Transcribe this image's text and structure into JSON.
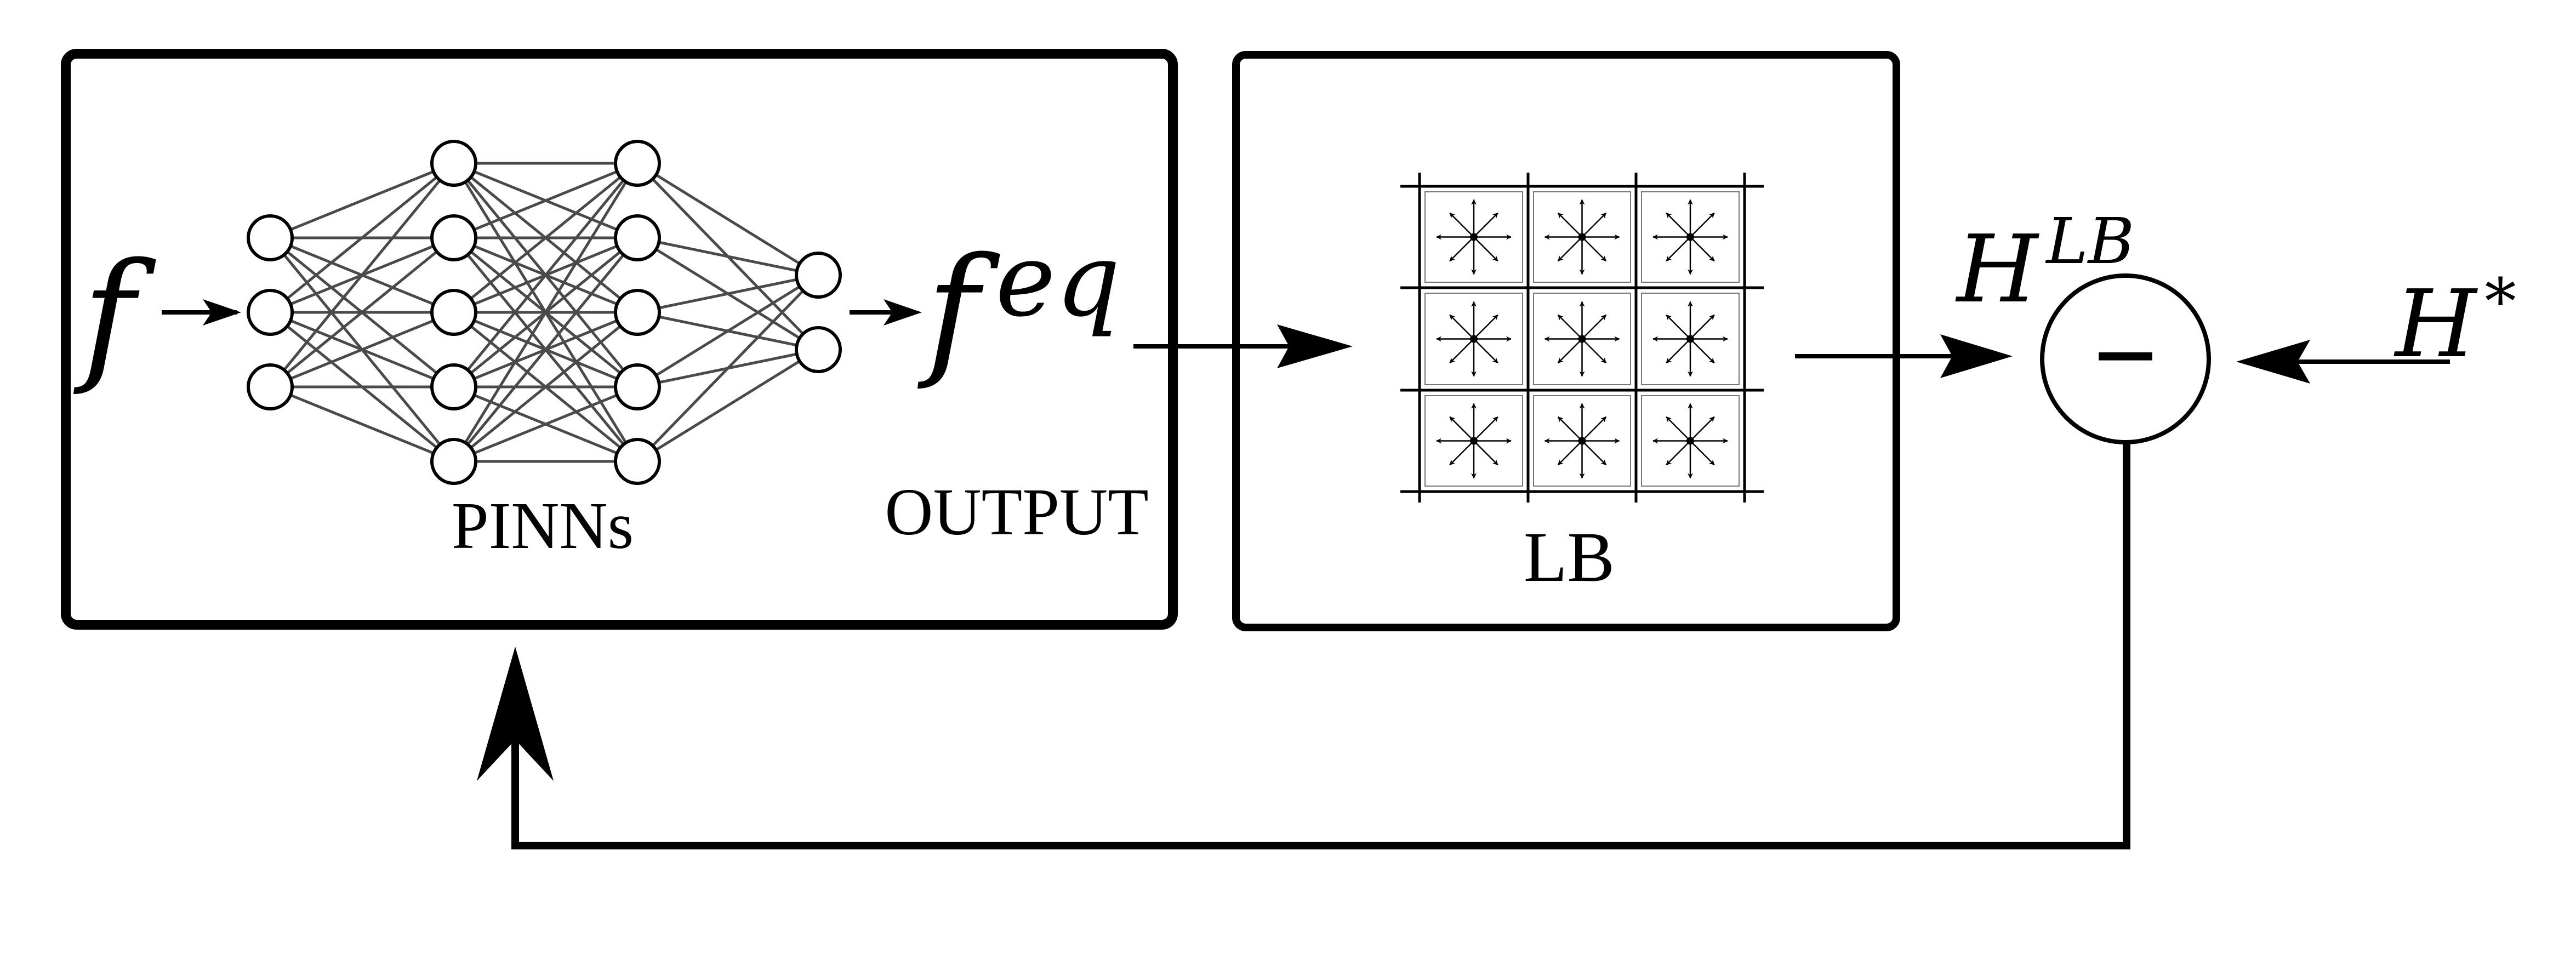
{
  "pinns_block": {
    "input_symbol": "f",
    "output_symbol_base": "f",
    "output_symbol_sup": "eq",
    "network_label": "PINNs",
    "output_label": "OUTPUT",
    "layers": [
      3,
      5,
      5,
      2
    ]
  },
  "lb_block": {
    "label": "LB",
    "grid_rows": 3,
    "grid_cols": 3
  },
  "comparator": {
    "operator": "−",
    "left_symbol_base": "H",
    "left_symbol_sup": "LB",
    "right_symbol_base": "H",
    "right_symbol_sup": "*"
  },
  "colors": {
    "stroke": "#000000",
    "network_edge": "#4a4a4a"
  }
}
